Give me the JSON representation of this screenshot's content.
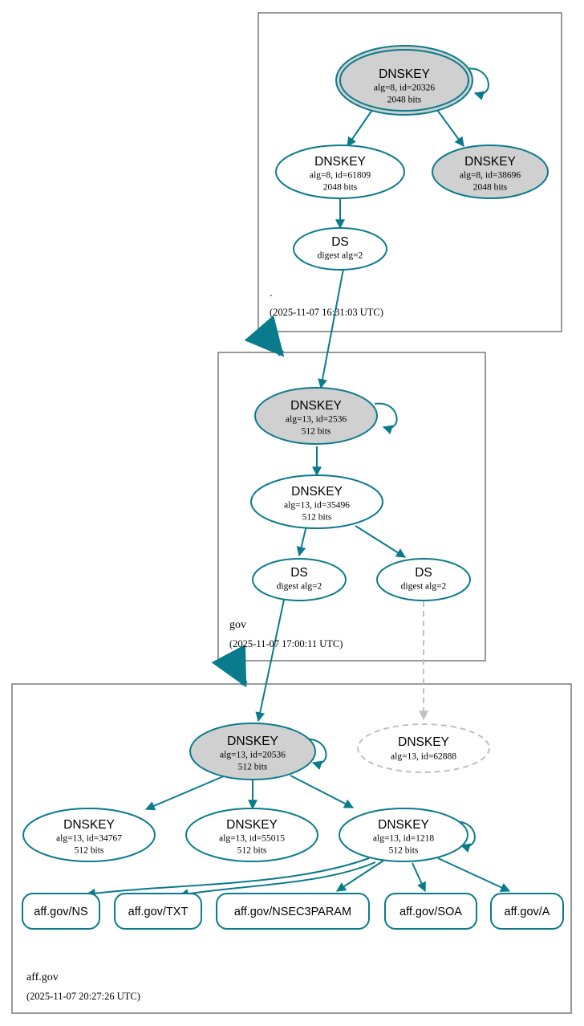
{
  "diagram": {
    "type": "dnssec-authentication-chain",
    "colors": {
      "accent": "#0a7b8c",
      "node_fill_shaded": "#d0d0d0",
      "node_fill_plain": "#ffffff",
      "bogus_stroke": "#c0c0c0",
      "zone_border": "#808080",
      "background": "#ffffff",
      "text": "#000000"
    }
  },
  "zones": [
    {
      "id": "root",
      "name": ".",
      "timestamp": "(2025-11-07 16:31:03 UTC)",
      "nodes": [
        {
          "id": "root-ksk-20326",
          "kind": "DNSKEY",
          "title": "DNSKEY",
          "line2": "alg=8, id=20326",
          "line3": "2048 bits",
          "style": "trust-anchor-shaded",
          "self_signed": true
        },
        {
          "id": "root-zsk-61809",
          "kind": "DNSKEY",
          "title": "DNSKEY",
          "line2": "alg=8, id=61809",
          "line3": "2048 bits",
          "style": "plain",
          "self_signed": false
        },
        {
          "id": "root-zsk-38696",
          "kind": "DNSKEY",
          "title": "DNSKEY",
          "line2": "alg=8, id=38696",
          "line3": "2048 bits",
          "style": "shaded",
          "self_signed": false
        },
        {
          "id": "root-ds-gov",
          "kind": "DS",
          "title": "DS",
          "line2": "digest alg=2",
          "line3": "",
          "style": "plain",
          "self_signed": false
        }
      ]
    },
    {
      "id": "gov",
      "name": "gov",
      "timestamp": "(2025-11-07 17:00:11 UTC)",
      "nodes": [
        {
          "id": "gov-ksk-2536",
          "kind": "DNSKEY",
          "title": "DNSKEY",
          "line2": "alg=13, id=2536",
          "line3": "512 bits",
          "style": "shaded",
          "self_signed": true
        },
        {
          "id": "gov-zsk-35496",
          "kind": "DNSKEY",
          "title": "DNSKEY",
          "line2": "alg=13, id=35496",
          "line3": "512 bits",
          "style": "plain",
          "self_signed": false
        },
        {
          "id": "gov-ds-affgov-a",
          "kind": "DS",
          "title": "DS",
          "line2": "digest alg=2",
          "line3": "",
          "style": "plain",
          "self_signed": false
        },
        {
          "id": "gov-ds-affgov-b",
          "kind": "DS",
          "title": "DS",
          "line2": "digest alg=2",
          "line3": "",
          "style": "plain",
          "self_signed": false
        }
      ]
    },
    {
      "id": "affgov",
      "name": "aff.gov",
      "timestamp": "(2025-11-07 20:27:26 UTC)",
      "nodes": [
        {
          "id": "affgov-ksk-20536",
          "kind": "DNSKEY",
          "title": "DNSKEY",
          "line2": "alg=13, id=20536",
          "line3": "512 bits",
          "style": "shaded",
          "self_signed": true
        },
        {
          "id": "affgov-key-62888",
          "kind": "DNSKEY",
          "title": "DNSKEY",
          "line2": "alg=13, id=62888",
          "line3": "",
          "style": "bogus-dashed",
          "self_signed": false
        },
        {
          "id": "affgov-zsk-34767",
          "kind": "DNSKEY",
          "title": "DNSKEY",
          "line2": "alg=13, id=34767",
          "line3": "512 bits",
          "style": "plain",
          "self_signed": false
        },
        {
          "id": "affgov-zsk-55015",
          "kind": "DNSKEY",
          "title": "DNSKEY",
          "line2": "alg=13, id=55015",
          "line3": "512 bits",
          "style": "plain",
          "self_signed": false
        },
        {
          "id": "affgov-zsk-1218",
          "kind": "DNSKEY",
          "title": "DNSKEY",
          "line2": "alg=13, id=1218",
          "line3": "512 bits",
          "style": "plain",
          "self_signed": true
        }
      ],
      "rrsets": [
        {
          "id": "rr-ns",
          "label": "aff.gov/NS"
        },
        {
          "id": "rr-txt",
          "label": "aff.gov/TXT"
        },
        {
          "id": "rr-nsec3param",
          "label": "aff.gov/NSEC3PARAM"
        },
        {
          "id": "rr-soa",
          "label": "aff.gov/SOA"
        },
        {
          "id": "rr-a",
          "label": "aff.gov/A"
        }
      ]
    }
  ]
}
